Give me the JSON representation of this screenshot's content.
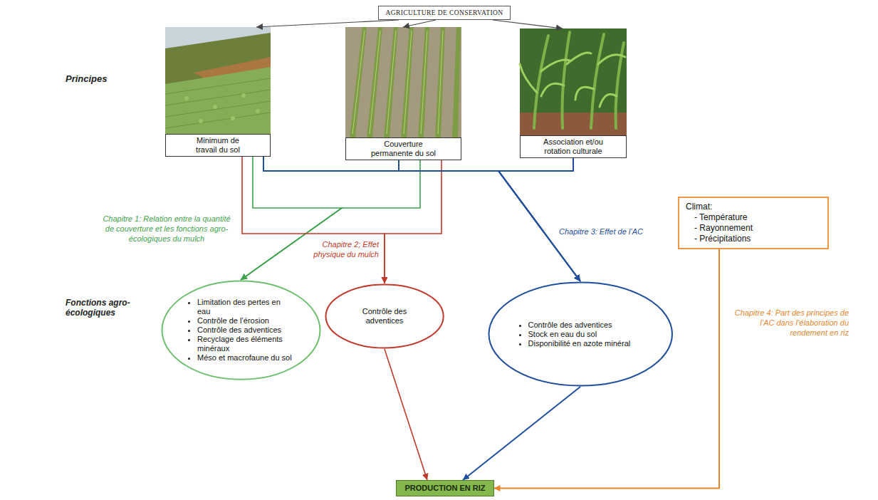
{
  "diagram": {
    "nodes": [
      {
        "text": [
          "AGRICULTURE DE CONSERVATION"
        ]
      },
      {
        "text": [
          "Minimum de travail du sol"
        ]
      },
      {
        "text": [
          "Couverture permanente du sol"
        ]
      },
      {
        "text": [
          "Association et/ou rotation culturale"
        ]
      },
      {
        "text": [
          "Climat:",
          "- Température",
          "- Rayonnement",
          "- Précipitations"
        ]
      },
      {
        "text": [
          "Limitation des pertes en eau",
          "Contrôle de l’érosion",
          "Contrôle des adventices",
          "Recyclage des éléments minéraux",
          "Méso et macrofaune du sol"
        ]
      },
      {
        "text": [
          "Contrôle des adventices"
        ]
      },
      {
        "text": [
          "Contrôle des adventices",
          "Stock en eau du sol",
          "Disponibilité en azote minéral"
        ]
      },
      {
        "text": [
          "PRODUCTION EN RIZ"
        ]
      }
    ],
    "edges": [
      {
        "from": 0,
        "to": 1,
        "arrow": "to"
      },
      {
        "from": 0,
        "to": 2,
        "arrow": "to"
      },
      {
        "from": 0,
        "to": 3,
        "arrow": "to"
      },
      {
        "from": 1,
        "to": 5,
        "arrow": "to"
      },
      {
        "from": 2,
        "to": 5,
        "arrow": "to"
      },
      {
        "from": 1,
        "to": 6,
        "arrow": "to"
      },
      {
        "from": 2,
        "to": 6,
        "arrow": "to"
      },
      {
        "from": 1,
        "to": 7,
        "arrow": "to"
      },
      {
        "from": 2,
        "to": 7,
        "arrow": "to"
      },
      {
        "from": 3,
        "to": 7,
        "arrow": "to"
      },
      {
        "from": 6,
        "to": 8,
        "arrow": "to"
      },
      {
        "from": 7,
        "to": 8,
        "arrow": "to"
      },
      {
        "from": 4,
        "to": 8,
        "arrow": "to"
      }
    ],
    "labels": [
      "Principes",
      "Chapitre 1: Relation entre la quantité de couverture et les fonctions agro-écologiques du mulch",
      "Chapitre 2; Effet physique du mulch",
      "Chapitre 3: Effet de l’AC",
      "Fonctions agro-écologiques",
      "Chapitre 4: Part des principes de l’AC dans l’élaboration du rendement en riz"
    ]
  }
}
